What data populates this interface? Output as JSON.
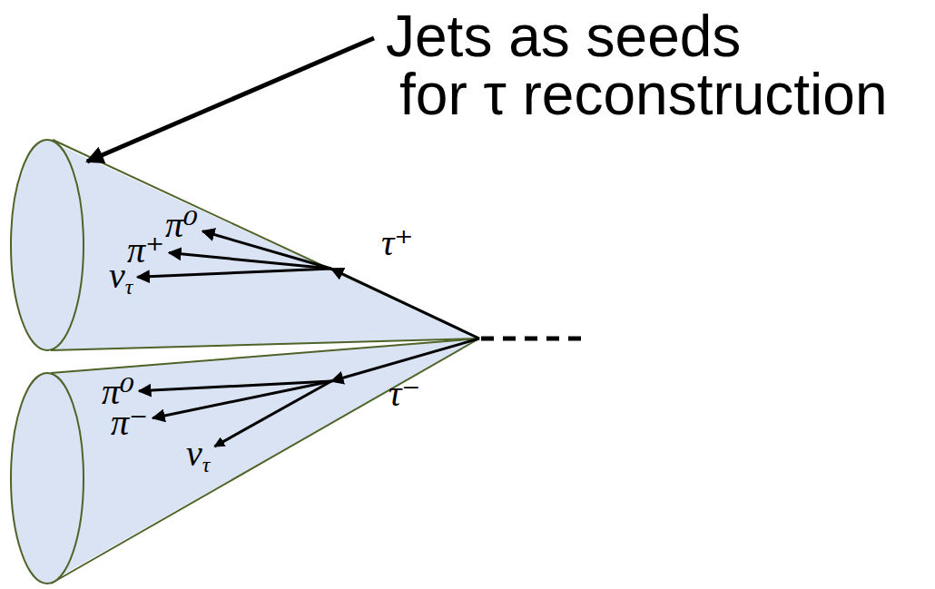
{
  "diagram": {
    "labels": [
      "Jets as seeds for τ reconstruction",
      "π⁰",
      "π⁺",
      "ντ",
      "τ⁺",
      "π⁰",
      "π⁻",
      "τ⁻",
      "ντ"
    ]
  }
}
